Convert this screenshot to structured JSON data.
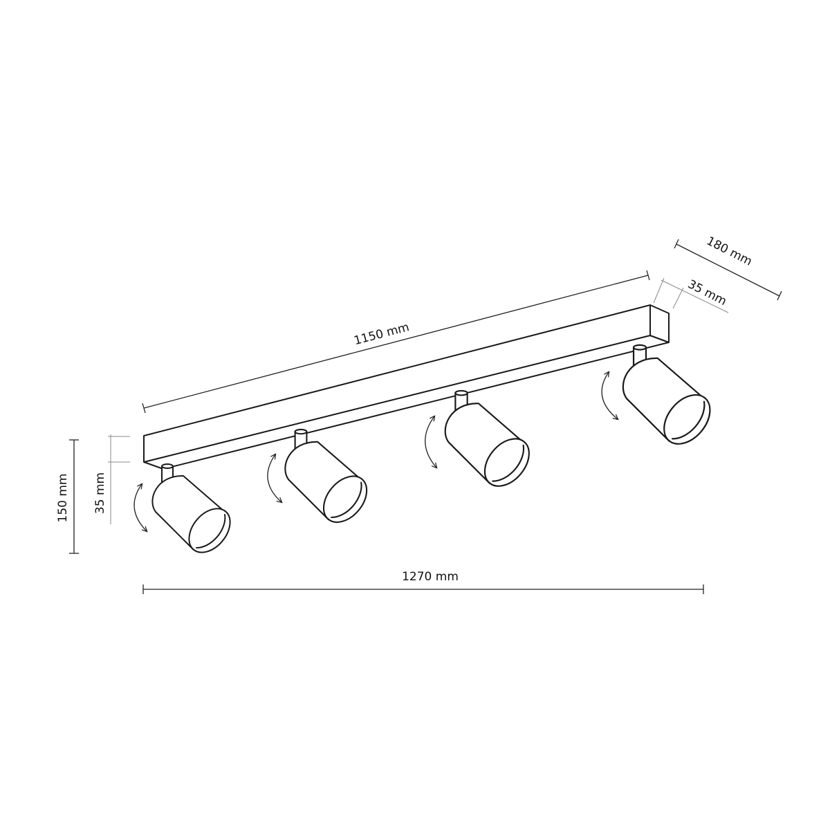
{
  "dimensions": {
    "bar_length": "1150 mm",
    "bar_depth": "180 mm",
    "bar_width": "35 mm",
    "total_height": "150 mm",
    "bar_height": "35 mm",
    "total_length": "1270 mm"
  },
  "spotlight_count": 4,
  "colors": {
    "line": "#1a1a1a",
    "background": "#ffffff"
  }
}
